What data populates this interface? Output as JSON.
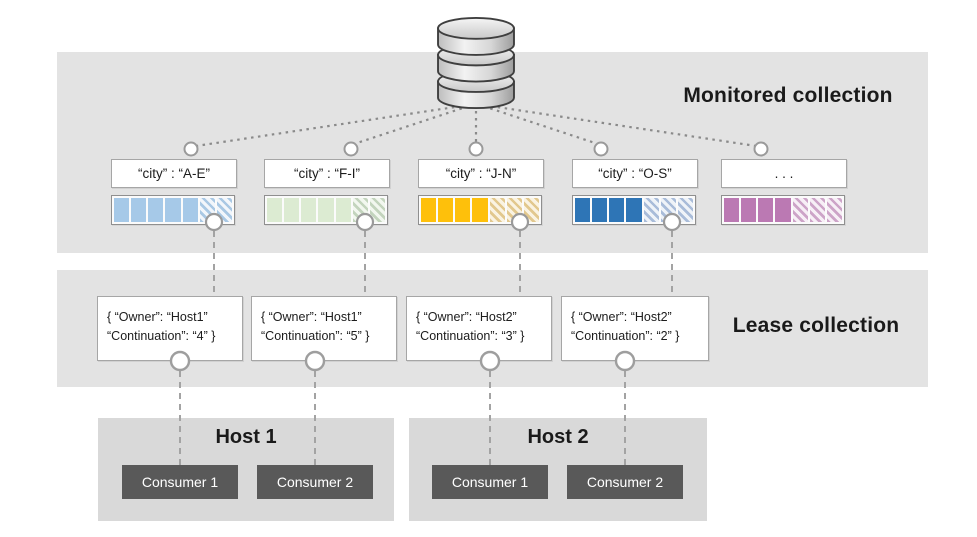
{
  "labels": {
    "monitored": "Monitored collection",
    "lease": "Lease collection"
  },
  "partitions": [
    {
      "label": "“city” : “A-E”",
      "solid_cells": 5,
      "hatched_cells": 2,
      "color": "#a6c9e8",
      "hatch_stripe": "#a9c8e4",
      "hatch_bg": "#f2f6fb"
    },
    {
      "label": "“city” : “F-I”",
      "solid_cells": 5,
      "hatched_cells": 2,
      "color": "#dcebd2",
      "hatch_stripe": "#c3d4bd",
      "hatch_bg": "#f2f7ef"
    },
    {
      "label": "“city” : “J-N”",
      "solid_cells": 4,
      "hatched_cells": 3,
      "color": "#fec00b",
      "hatch_stripe": "#e2c88e",
      "hatch_bg": "#faf3e2"
    },
    {
      "label": "“city” : “O-S”",
      "solid_cells": 4,
      "hatched_cells": 3,
      "color": "#2e75b6",
      "hatch_stripe": "#a9bcd9",
      "hatch_bg": "#eff3f8"
    },
    {
      "label": ". . .",
      "solid_cells": 4,
      "hatched_cells": 3,
      "color": "#bb79b3",
      "hatch_stripe": "#cda4c8",
      "hatch_bg": "#f7eff6"
    }
  ],
  "leases": [
    {
      "line1": "{ “Owner”: “Host1”",
      "line2": "“Continuation”: “4” }"
    },
    {
      "line1": "{ “Owner”: “Host1”",
      "line2": "“Continuation”: “5” }"
    },
    {
      "line1": "{ “Owner”: “Host2”",
      "line2": "“Continuation”: “3” }"
    },
    {
      "line1": "{ “Owner”: “Host2”",
      "line2": "“Continuation”: “2” }"
    }
  ],
  "hosts": [
    {
      "name": "Host 1",
      "consumers": [
        "Consumer 1",
        "Consumer 2"
      ]
    },
    {
      "name": "Host 2",
      "consumers": [
        "Consumer 1",
        "Consumer 2"
      ]
    }
  ],
  "icons": {
    "database": "database-icon",
    "node": "connector-node-circle"
  },
  "colors": {
    "band": "#e3e3e3",
    "host_band": "#d9d9d9",
    "consumer_box": "#595959",
    "connector_gray": "#9a9a9a",
    "partition_blue_light": "#a6c9e8",
    "partition_green": "#dcebd2",
    "partition_gold": "#fec00b",
    "partition_blue": "#2e75b6",
    "partition_purple": "#bb79b3"
  }
}
